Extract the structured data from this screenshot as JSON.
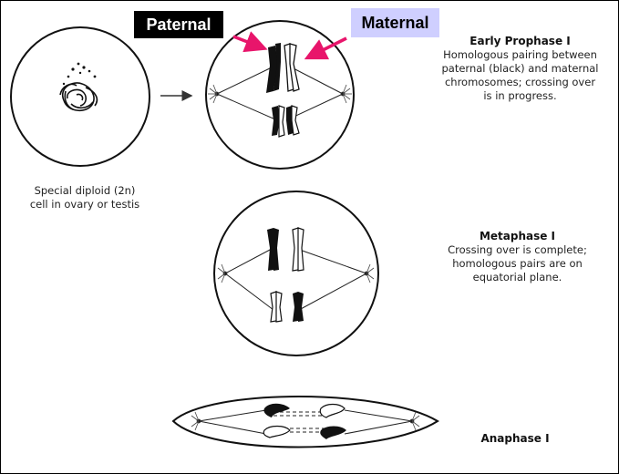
{
  "labels": {
    "paternal": "Paternal",
    "maternal": "Maternal"
  },
  "special_cell": {
    "lines": [
      "Special diploid (2n)",
      "cell in ovary or testis"
    ]
  },
  "stages": [
    {
      "title": "Early Prophase I",
      "lines": [
        "Homologous pairing between",
        "paternal (black) and maternal",
        "chromosomes; crossing over",
        "is in progress."
      ]
    },
    {
      "title": "Metaphase I",
      "lines": [
        "Crossing over is complete;",
        "homologous pairs are on",
        "equatorial plane."
      ]
    },
    {
      "title": "Anaphase I",
      "lines": []
    }
  ],
  "colors": {
    "paternal_label_bg": "#000000",
    "maternal_label_bg": "#cfcfff",
    "arrow": "#e8156b"
  }
}
